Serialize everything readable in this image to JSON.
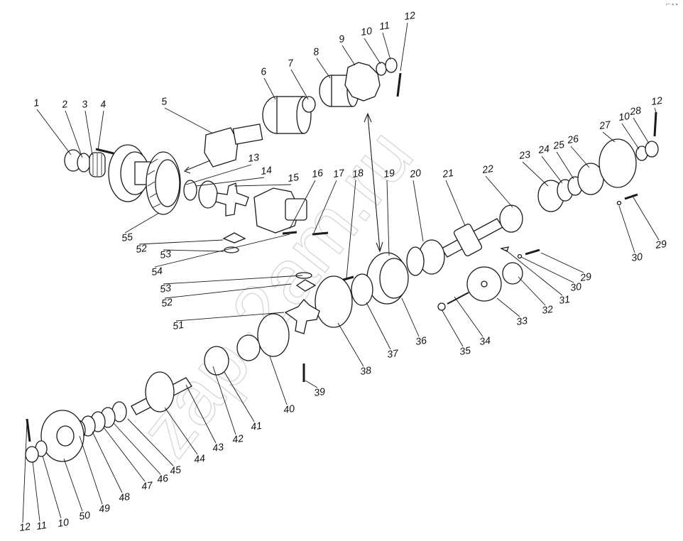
{
  "watermark": {
    "text": "zap-2am.ru",
    "color": "#c8c8c8"
  },
  "callouts": [
    {
      "label": "1"
    },
    {
      "label": "2"
    },
    {
      "label": "3"
    },
    {
      "label": "4"
    },
    {
      "label": "5"
    },
    {
      "label": "6"
    },
    {
      "label": "7"
    },
    {
      "label": "8"
    },
    {
      "label": "9"
    },
    {
      "label": "10"
    },
    {
      "label": "11"
    },
    {
      "label": "12"
    },
    {
      "label": "13"
    },
    {
      "label": "14"
    },
    {
      "label": "15"
    },
    {
      "label": "16"
    },
    {
      "label": "17"
    },
    {
      "label": "18"
    },
    {
      "label": "19"
    },
    {
      "label": "20"
    },
    {
      "label": "21"
    },
    {
      "label": "22"
    },
    {
      "label": "23"
    },
    {
      "label": "24"
    },
    {
      "label": "25"
    },
    {
      "label": "26"
    },
    {
      "label": "27"
    },
    {
      "label": "10"
    },
    {
      "label": "28"
    },
    {
      "label": "12"
    },
    {
      "label": "29"
    },
    {
      "label": "30"
    },
    {
      "label": "29"
    },
    {
      "label": "30"
    },
    {
      "label": "31"
    },
    {
      "label": "32"
    },
    {
      "label": "33"
    },
    {
      "label": "34"
    },
    {
      "label": "35"
    },
    {
      "label": "36"
    },
    {
      "label": "37"
    },
    {
      "label": "38"
    },
    {
      "label": "39"
    },
    {
      "label": "40"
    },
    {
      "label": "41"
    },
    {
      "label": "42"
    },
    {
      "label": "43"
    },
    {
      "label": "44"
    },
    {
      "label": "45"
    },
    {
      "label": "46"
    },
    {
      "label": "47"
    },
    {
      "label": "48"
    },
    {
      "label": "49"
    },
    {
      "label": "50"
    },
    {
      "label": "10"
    },
    {
      "label": "11"
    },
    {
      "label": "12"
    },
    {
      "label": "51"
    },
    {
      "label": "52"
    },
    {
      "label": "53"
    },
    {
      "label": "54"
    },
    {
      "label": "53"
    },
    {
      "label": "52"
    },
    {
      "label": "55"
    }
  ]
}
